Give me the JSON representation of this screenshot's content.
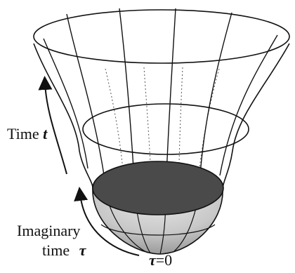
{
  "labels": {
    "time_word": "Time",
    "time_symbol": "t",
    "imaginary_line1": "Imaginary",
    "imaginary_line2": "time",
    "tau_symbol": "τ",
    "tau_zero_symbol": "τ",
    "tau_zero_value": "=0"
  },
  "colors": {
    "outline": "#111111",
    "hidden_lines": "#555555",
    "disk_fill": "#4a4a4a",
    "bowl_fill": "#cfcfcf",
    "background": "#ffffff"
  }
}
